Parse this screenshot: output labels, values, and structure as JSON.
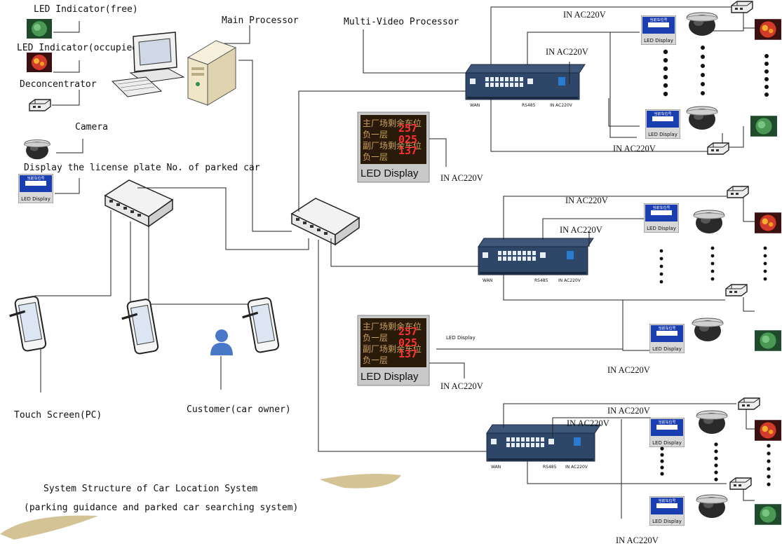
{
  "legend": {
    "led_free": "LED Indicator(free)",
    "led_occupied": "LED Indicator(occupied)",
    "deconcentrator": "Deconcentrator",
    "camera": "Camera",
    "display_plate": "Display the license plate No. of parked car"
  },
  "labels": {
    "main_processor": "Main Processor",
    "multi_video_processor": "Multi-Video Processor",
    "touch_screen": "Touch Screen(PC)",
    "customer": "Customer(car owner)",
    "led_display": "LED Display",
    "led_display_small": "LED Display",
    "power": "IN AC220V"
  },
  "switch_ports": {
    "wan": "WAN",
    "rs485": "RS485",
    "ac": "IN AC220V"
  },
  "led_board": {
    "rows": [
      "主厂场剩余车位",
      "负一层",
      "副厂场剩余车位",
      "负一层"
    ],
    "values": [
      "257",
      "025",
      "137"
    ]
  },
  "mini_display_caption": "LED Display",
  "title": {
    "line1": "System Structure of Car Location System",
    "line2": "(parking guidance and parked car searching system)"
  },
  "colors": {
    "switch": "#2e4668",
    "led_free": "#3a8a4a",
    "led_occupied": "#c0282a",
    "display_blue": "#1a3db0"
  }
}
